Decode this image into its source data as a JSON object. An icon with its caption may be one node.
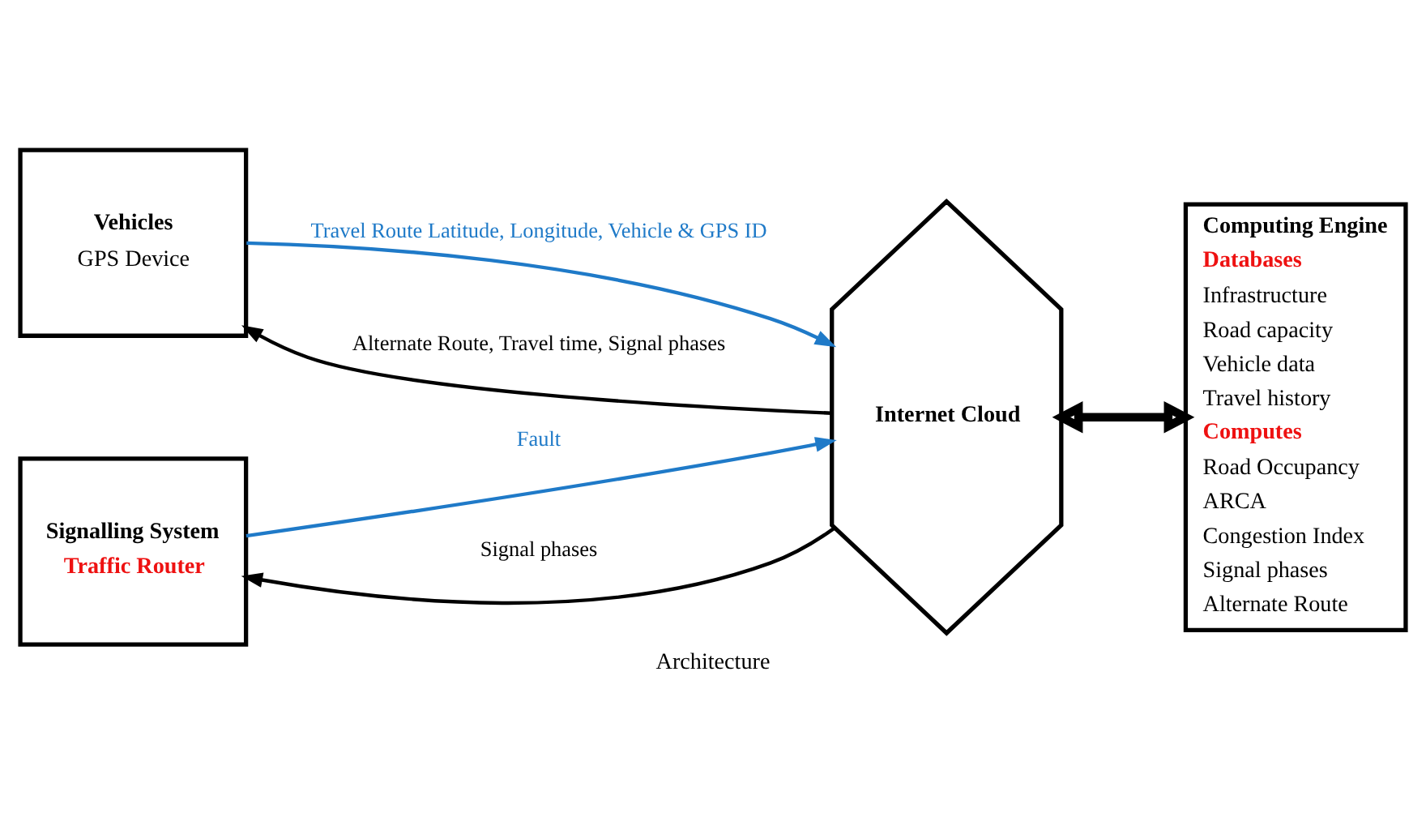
{
  "diagram": {
    "caption": "Architecture",
    "nodes": [
      {
        "text": [
          "Vehicles",
          "GPS Device"
        ]
      },
      {
        "text": [
          "Signalling System",
          "Traffic Router"
        ]
      },
      {
        "text": [
          "Internet Cloud"
        ]
      },
      {
        "text": [
          "Computing Engine",
          "Databases",
          "Infrastructure",
          "Road capacity",
          "Vehicle data",
          "Travel history",
          "Computes",
          "Road Occupancy",
          "ARCA",
          "Congestion Index",
          "Signal phases",
          "Alternate Route"
        ]
      }
    ],
    "edges": [
      {
        "from": 0,
        "to": 2,
        "arrow": "to",
        "label": "Travel Route Latitude, Longitude, Vehicle & GPS ID",
        "color": "#1f7ac8"
      },
      {
        "from": 2,
        "to": 0,
        "arrow": "to",
        "label": "Alternate Route, Travel time, Signal phases"
      },
      {
        "from": 1,
        "to": 2,
        "arrow": "to",
        "label": "Fault",
        "color": "#1f7ac8"
      },
      {
        "from": 2,
        "to": 1,
        "arrow": "to",
        "label": "Signal phases"
      },
      {
        "from": 2,
        "to": 3,
        "arrow": "both",
        "style": "thick"
      }
    ]
  }
}
